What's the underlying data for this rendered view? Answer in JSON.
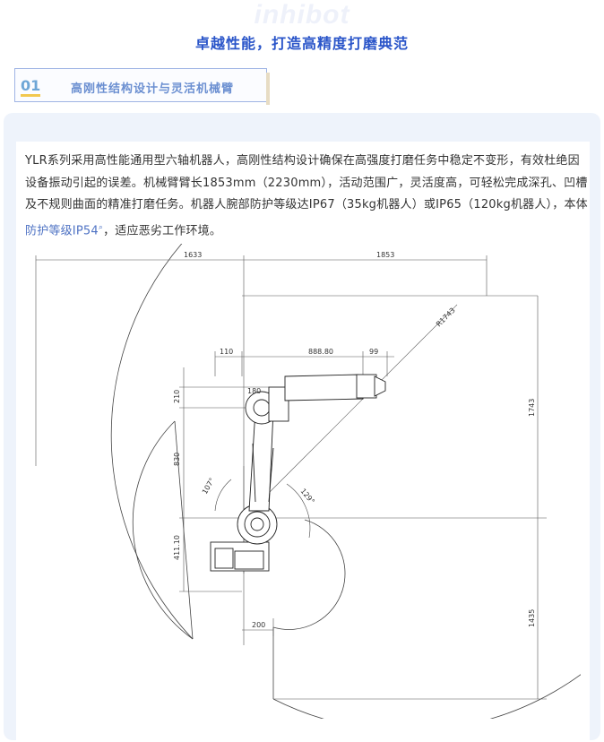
{
  "watermark": "inhibot",
  "headline": "卓越性能，打造高精度打磨典范",
  "section": {
    "number": "01",
    "title": "高刚性结构设计与灵活机械臂"
  },
  "description": {
    "text": "YLR系列采用高性能通用型六轴机器人，高刚性结构设计确保在高强度打磨任务中稳定不变形，有效杜绝因设备振动引起的误差。机械臂臂长1853mm（2230mm），活动范围广，灵活度高，可轻松完成深孔、凹槽及不规则曲面的精准打磨任务。机器人腕部防护等级达IP67（35kg机器人）或IP65（120kg机器人），本体",
    "link": "防护等级IP54",
    "tail": "，适应恶劣工作环境。"
  },
  "diagram": {
    "dims": {
      "d1633": "1633",
      "d1853": "1853",
      "r1743": "R1743",
      "d110": "110",
      "d888": "888.80",
      "d99": "99",
      "d180": "180",
      "d210": "210",
      "d830": "830",
      "d411": "411.10",
      "d1743": "1743",
      "d1435": "1435",
      "d200": "200",
      "a107": "107°",
      "a129": "129°"
    }
  }
}
